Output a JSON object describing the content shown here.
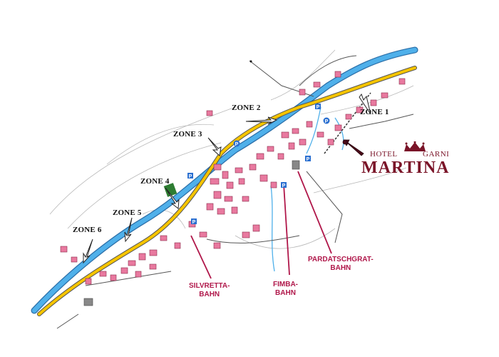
{
  "zones": [
    {
      "id": "zone-1",
      "label": "ZONE 1"
    },
    {
      "id": "zone-2",
      "label": "ZONE 2"
    },
    {
      "id": "zone-3",
      "label": "ZONE 3"
    },
    {
      "id": "zone-4",
      "label": "ZONE 4"
    },
    {
      "id": "zone-5",
      "label": "ZONE 5"
    },
    {
      "id": "zone-6",
      "label": "ZONE 6"
    }
  ],
  "lifts": [
    {
      "line1": "SILVRETTA-",
      "line2": "BAHN"
    },
    {
      "line1": "FIMBA-",
      "line2": "BAHN"
    },
    {
      "line1": "PARDATSCHGRAT-",
      "line2": "BAHN"
    }
  ],
  "hotel": {
    "prefix": "HOTEL",
    "suffix": "GARNI",
    "name": "MARTINA"
  },
  "parking_symbol": "P",
  "colors": {
    "river": "#3b9fe0",
    "road_main": "#f5c400",
    "road_outline": "#555555",
    "building": "#e8799f",
    "building_outline": "#8a2a4a",
    "hotel": "#7a1428",
    "lift": "#b0174a",
    "terrain": "#b8b8b8",
    "park": "#2e7d32"
  }
}
